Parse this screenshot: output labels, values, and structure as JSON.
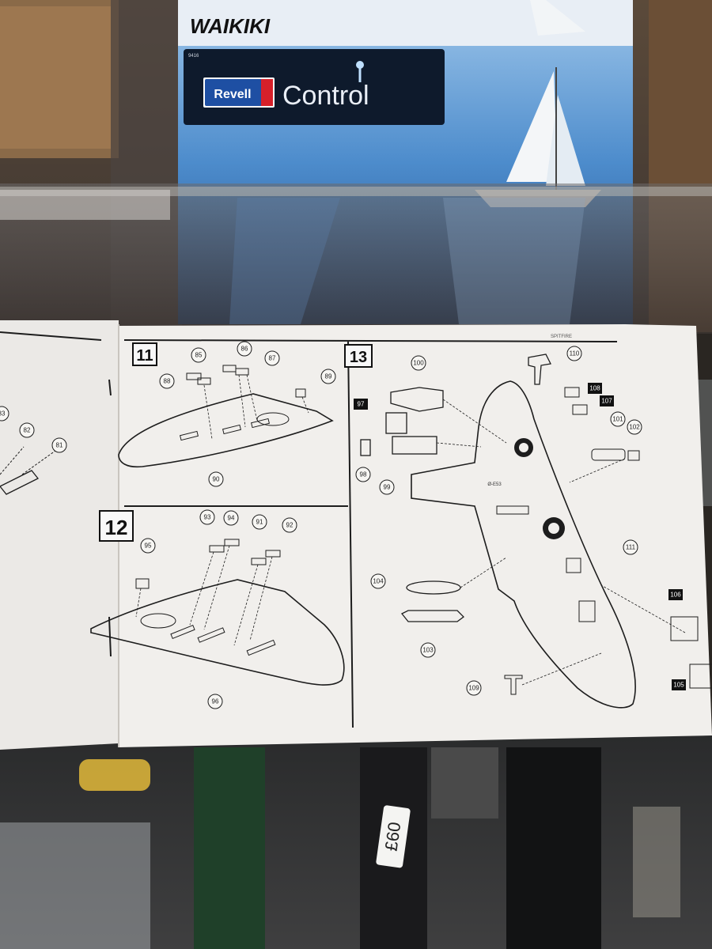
{
  "box": {
    "title": "WAIKIKI",
    "brand": "Revell",
    "product_line": "Control",
    "small_code": "9416"
  },
  "manual": {
    "header_model": "SPITFIRE",
    "steps": [
      {
        "number": "11",
        "parts": [
          "85",
          "86",
          "87",
          "88",
          "89",
          "90"
        ]
      },
      {
        "number": "12",
        "parts": [
          "93",
          "94",
          "91",
          "92",
          "95",
          "96"
        ]
      },
      {
        "number": "13",
        "parts": [
          "100",
          "110",
          "108",
          "107",
          "97",
          "101",
          "102",
          "98",
          "99",
          "111",
          "104",
          "106",
          "103",
          "109",
          "105"
        ]
      }
    ],
    "left_page_parts": [
      "82",
      "81",
      "83"
    ],
    "fuselage_marking": "Ø-E53"
  },
  "price_tag": "£60",
  "colors": {
    "paper": "#f1efec",
    "ink": "#1d1d1d",
    "box_blue": "#3f7fc4",
    "shelf_dark": "#2a2622"
  }
}
